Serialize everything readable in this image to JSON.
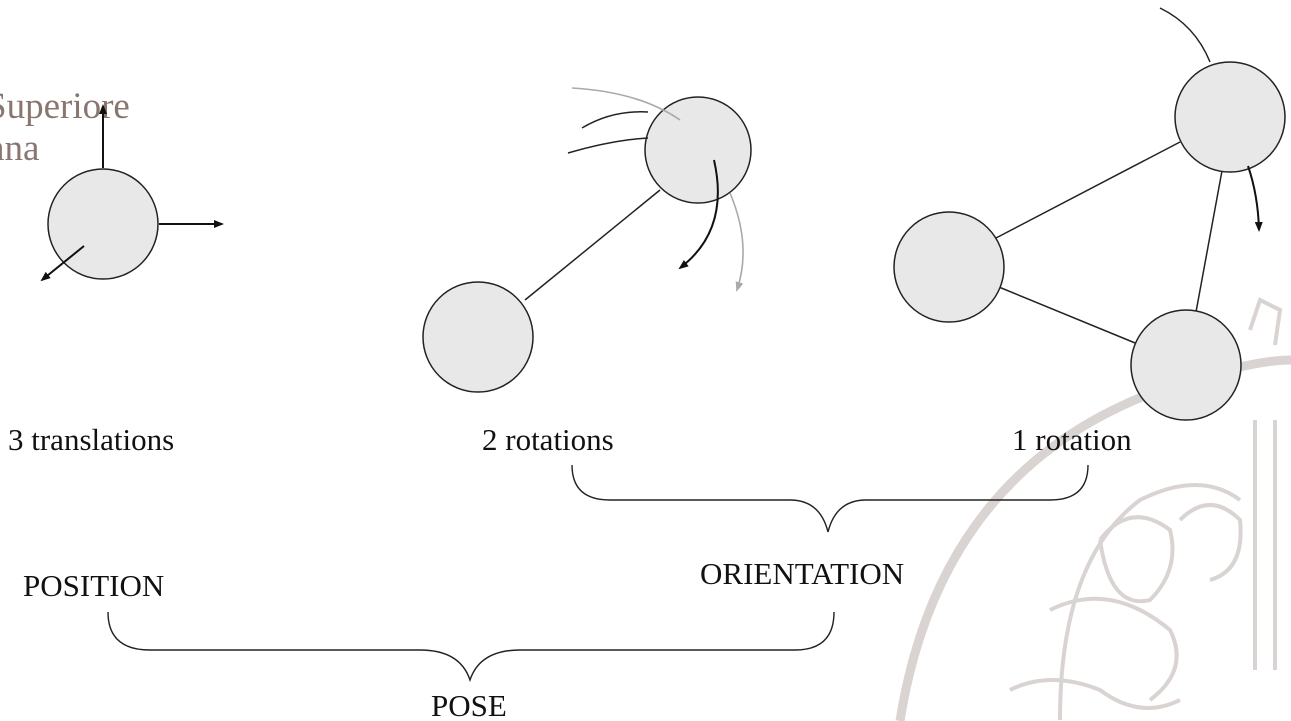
{
  "watermark": {
    "line1": "Superiore",
    "line2": "nna",
    "color": "#8a7670"
  },
  "labels": {
    "translations": "3 translations",
    "two_rotations": "2 rotations",
    "one_rotation": "1 rotation",
    "position": "POSITION",
    "orientation": "ORIENTATION",
    "pose": "POSE"
  },
  "colors": {
    "sphere_fill": "#e8e8e8",
    "stroke": "#222222",
    "secondary_arrow": "#a9a9a9",
    "seal": "#d9d4d1"
  }
}
